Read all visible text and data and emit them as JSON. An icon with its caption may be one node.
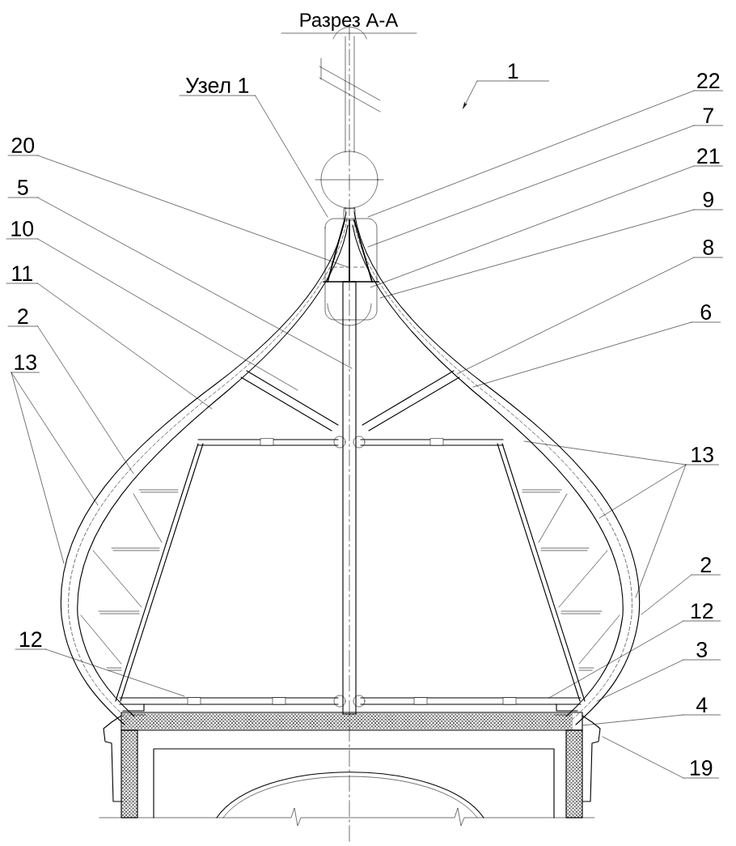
{
  "diagram": {
    "title": "Разрез A-A",
    "nodes": [
      {
        "text": [
          "Узел 1"
        ]
      },
      {
        "text": [
          "1"
        ]
      },
      {
        "text": [
          "22"
        ]
      },
      {
        "text": [
          "7"
        ]
      },
      {
        "text": [
          "21"
        ]
      },
      {
        "text": [
          "9"
        ]
      },
      {
        "text": [
          "8"
        ]
      },
      {
        "text": [
          "6"
        ]
      },
      {
        "text": [
          "20"
        ]
      },
      {
        "text": [
          "5"
        ]
      },
      {
        "text": [
          "10"
        ]
      },
      {
        "text": [
          "11"
        ]
      },
      {
        "text": [
          "2"
        ]
      },
      {
        "text": [
          "13"
        ]
      },
      {
        "text": [
          "13"
        ]
      },
      {
        "text": [
          "2"
        ]
      },
      {
        "text": [
          "12"
        ]
      },
      {
        "text": [
          "12"
        ]
      },
      {
        "text": [
          "3"
        ]
      },
      {
        "text": [
          "4"
        ]
      },
      {
        "text": [
          "19"
        ]
      },
      {
        "text": [],
        "shape": "bar"
      }
    ],
    "edges": [
      {
        "from": 0,
        "to": null,
        "arrow": "none"
      },
      {
        "from": 1,
        "to": null,
        "arrow": "to"
      },
      {
        "from": 2,
        "to": null,
        "arrow": "none"
      },
      {
        "from": 3,
        "to": null,
        "arrow": "none"
      },
      {
        "from": 4,
        "to": null,
        "arrow": "none"
      },
      {
        "from": 5,
        "to": null,
        "arrow": "none"
      },
      {
        "from": 6,
        "to": null,
        "arrow": "none"
      },
      {
        "from": 7,
        "to": null,
        "arrow": "none"
      },
      {
        "from": 8,
        "to": null,
        "arrow": "none"
      },
      {
        "from": 9,
        "to": null,
        "arrow": "none"
      },
      {
        "from": 10,
        "to": null,
        "arrow": "none"
      },
      {
        "from": 11,
        "to": null,
        "arrow": "none"
      },
      {
        "from": 12,
        "to": null,
        "arrow": "none"
      },
      {
        "from": 13,
        "to": null,
        "arrow": "none"
      },
      {
        "from": 13,
        "to": null,
        "arrow": "none"
      },
      {
        "from": 14,
        "to": null,
        "arrow": "none"
      },
      {
        "from": 14,
        "to": null,
        "arrow": "none"
      },
      {
        "from": 14,
        "to": null,
        "arrow": "none"
      },
      {
        "from": 15,
        "to": null,
        "arrow": "none"
      },
      {
        "from": 16,
        "to": null,
        "arrow": "none"
      },
      {
        "from": 17,
        "to": null,
        "arrow": "none"
      },
      {
        "from": 18,
        "to": null,
        "arrow": "none"
      },
      {
        "from": 19,
        "to": 21,
        "arrow": "none"
      },
      {
        "from": 20,
        "to": null,
        "arrow": "none"
      }
    ]
  }
}
